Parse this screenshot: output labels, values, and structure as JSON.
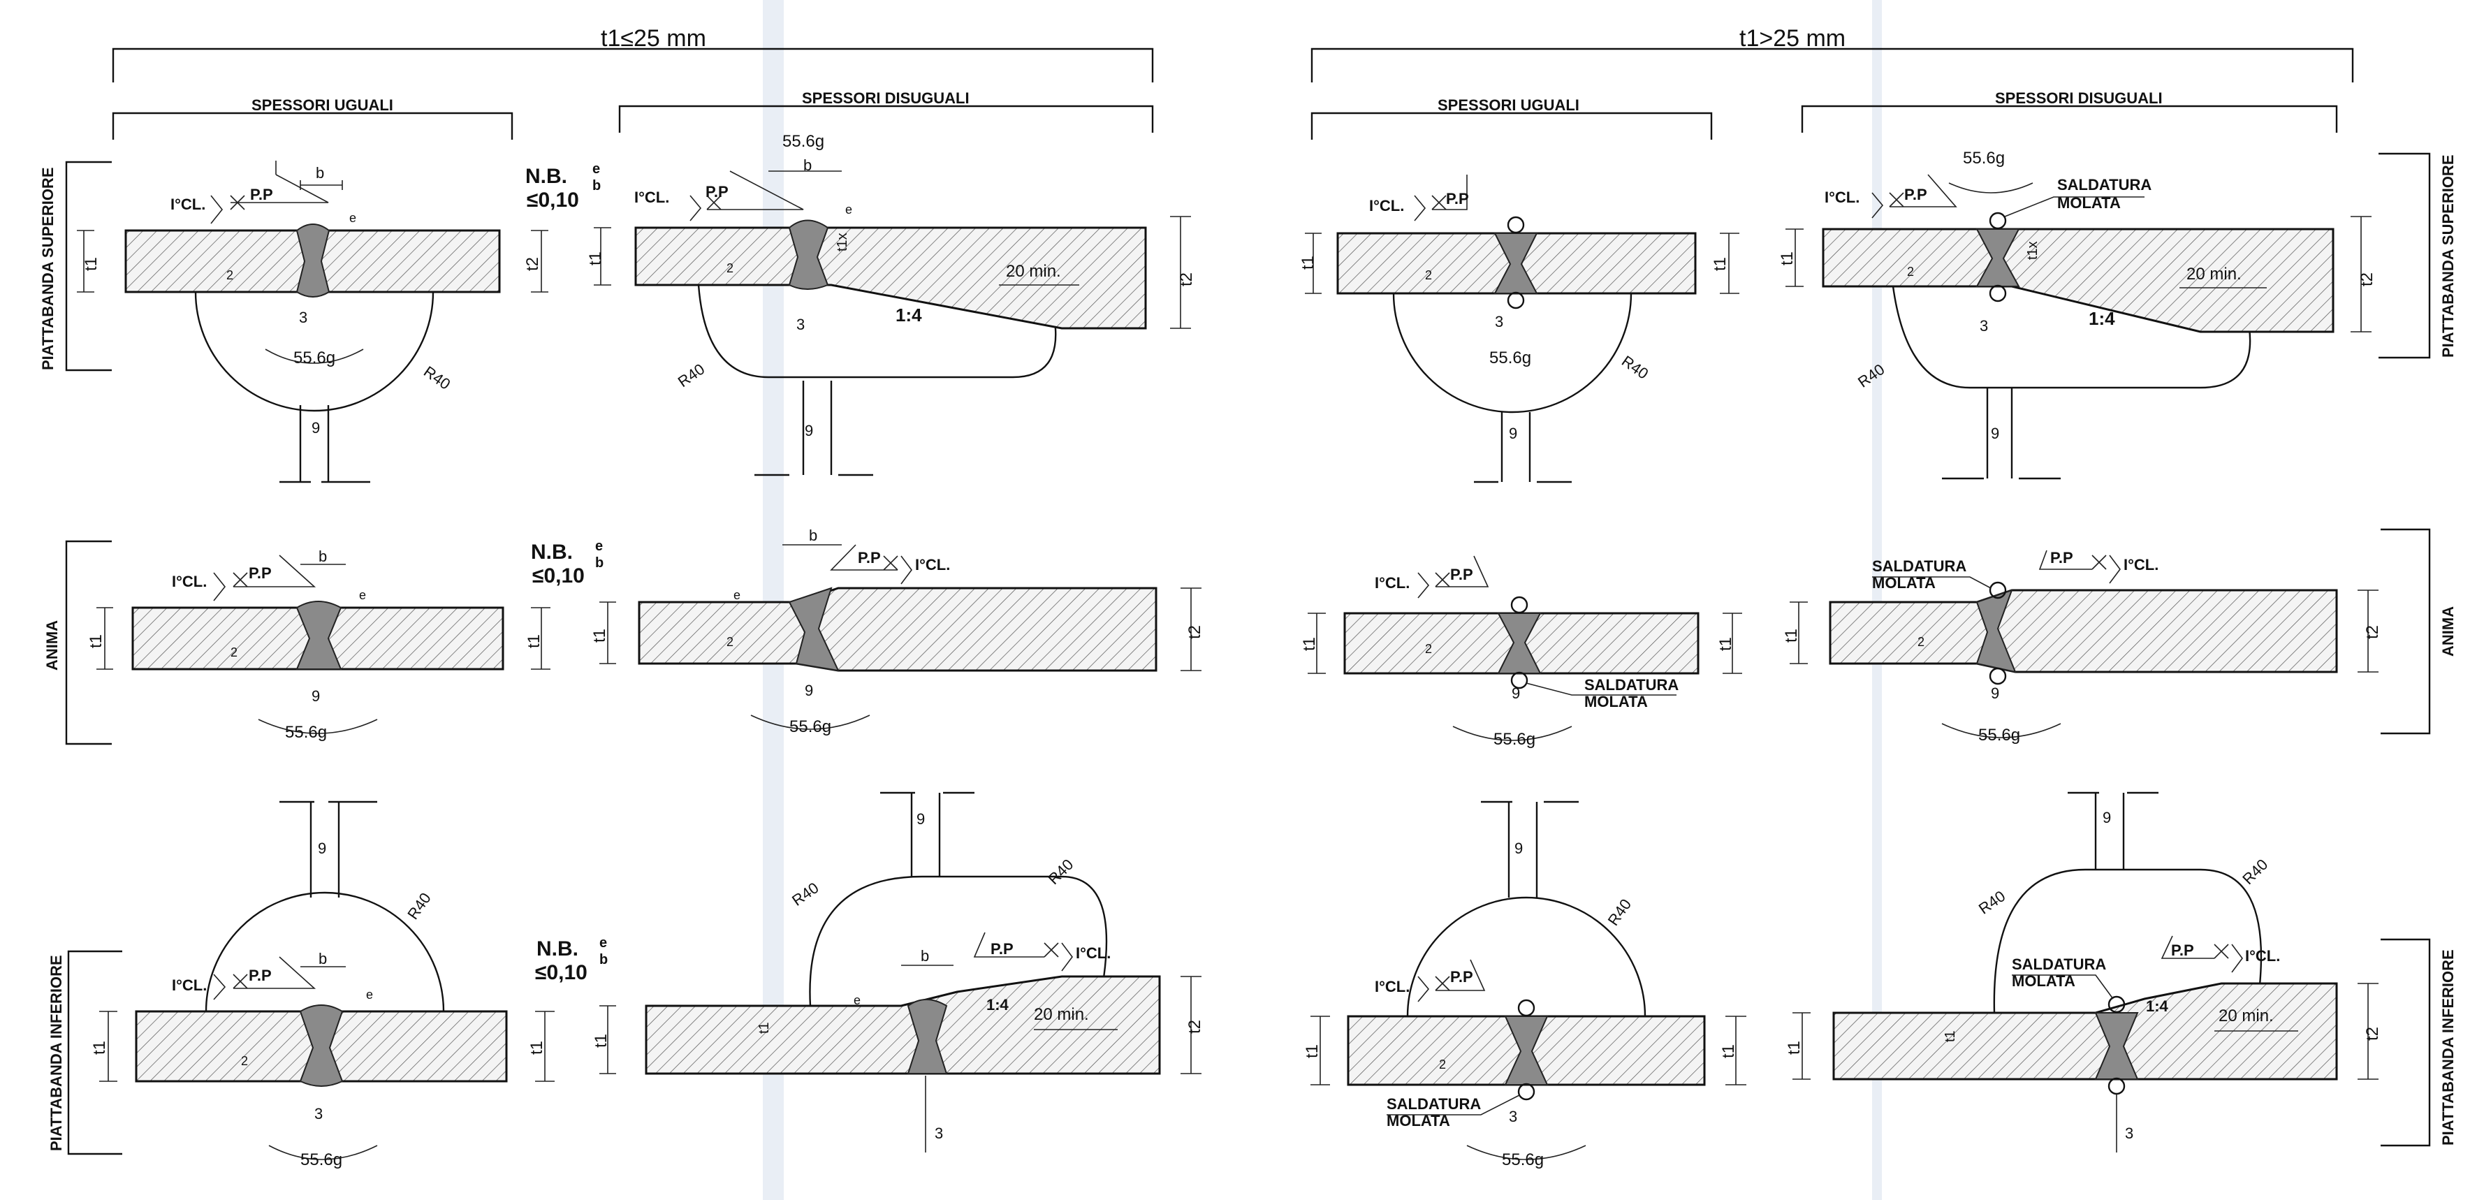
{
  "header_left": "t1≤25  mm",
  "header_right": "t1>25  mm",
  "col_equal": "SPESSORI  UGUALI",
  "col_unequal": "SPESSORI  DISUGUALI",
  "row_top": "PIATTABANDA  SUPERIORE",
  "row_mid": "ANIMA",
  "row_bot": "PIATTABANDA  INFERIORE",
  "nb_label": "N.B.",
  "nb_ratio": "≤0,10",
  "nb_num": "e",
  "nb_den": "b",
  "weld_class": "I°CL.",
  "pp": "P.P",
  "dim_b": "b",
  "dim_e": "e",
  "dim_angle": "55.6g",
  "dim_radius": "R40",
  "dim_9": "9",
  "dim_3": "3",
  "dim_2": "2",
  "dim_t1": "t1",
  "dim_t2": "t2",
  "dim_t1x": "t1x",
  "slope": "1:4",
  "min20": "20  min.",
  "saldatura": "SALDATURA",
  "molata": "MOLATA"
}
